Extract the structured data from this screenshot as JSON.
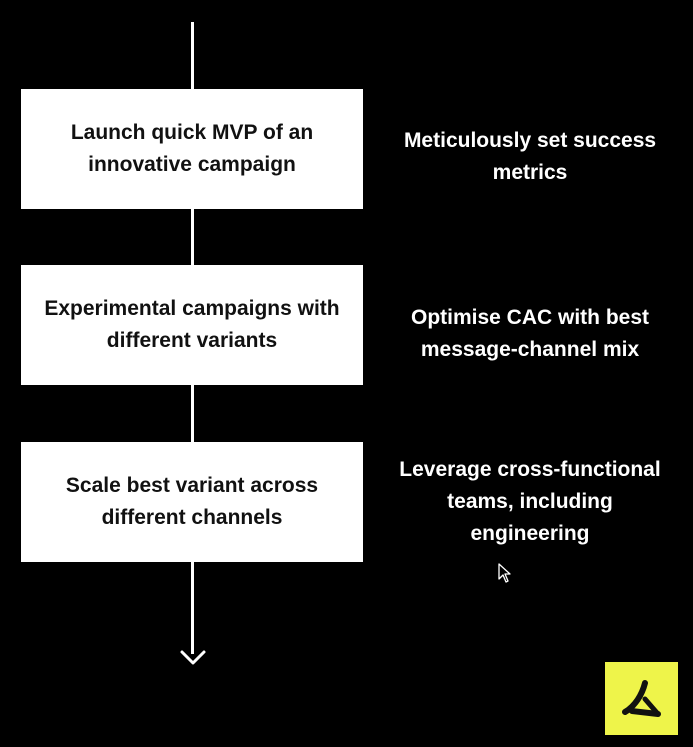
{
  "steps": [
    {
      "label": "Launch quick MVP of an innovative campaign",
      "note": "Meticulously set success metrics"
    },
    {
      "label": "Experimental campaigns with different variants",
      "note": "Optimise CAC with best message-channel mix"
    },
    {
      "label": "Scale best variant across different channels",
      "note": "Leverage cross-functional teams, including engineering"
    }
  ],
  "colors": {
    "background": "#000000",
    "box": "#ffffff",
    "text_on_box": "#111111",
    "text_on_bg": "#ffffff",
    "logo_bg": "#eef44a"
  },
  "icons": {
    "flow_arrow": "arrow-down-icon",
    "cursor": "mouse-pointer-icon",
    "brand": "brand-logo-icon"
  }
}
